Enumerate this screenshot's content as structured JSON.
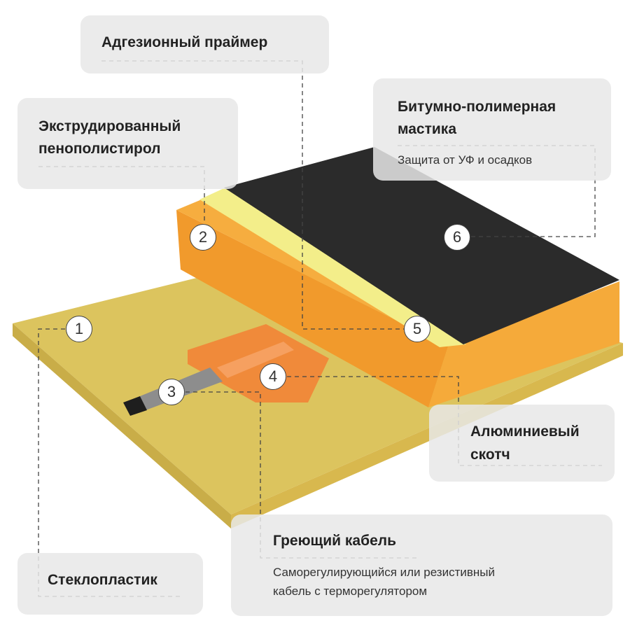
{
  "labels": {
    "primer": {
      "number": "5",
      "title": "Адгезионный праймер"
    },
    "xps": {
      "number": "2",
      "title_line1": "Экструдированный",
      "title_line2": "пенополистирол"
    },
    "bitumen": {
      "number": "6",
      "title_line1": "Битумно-полимерная",
      "title_line2": "мастика",
      "subtitle": "Защита от УФ и осадков"
    },
    "tape": {
      "number": "4",
      "title_line1": "Алюминиевый",
      "title_line2": "скотч"
    },
    "cable": {
      "number": "3",
      "title": "Греющий кабель",
      "subtitle_line1": "Саморегулирующийся или резистивный",
      "subtitle_line2": "кабель с терморегулятором"
    },
    "fiberglass": {
      "number": "1",
      "title": "Стеклопластик"
    }
  },
  "colors": {
    "slab": "#dcc45e",
    "foam": "#f4a233",
    "primer": "#f3ee8a",
    "bitumen": "#2b2b2b",
    "tape": "#f08a3a",
    "cable": "#8d8d8d",
    "box": "#e8e8e8"
  }
}
